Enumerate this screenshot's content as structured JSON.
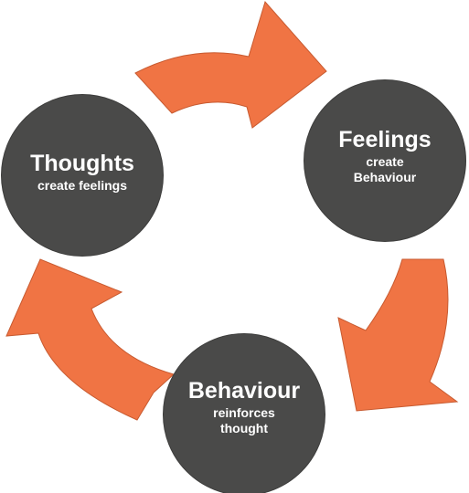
{
  "colors": {
    "arrow_fill": "#f07444",
    "arrow_stroke": "#c75a30",
    "node_fill": "#4a4a49",
    "text": "#ffffff"
  },
  "nodes": {
    "thoughts": {
      "title": "Thoughts",
      "subtitle_lines": [
        "create feelings"
      ]
    },
    "feelings": {
      "title": "Feelings",
      "subtitle_lines": [
        "create",
        "Behaviour"
      ]
    },
    "behaviour": {
      "title": "Behaviour",
      "subtitle_lines": [
        "reinforces",
        "thought"
      ]
    }
  },
  "cycle": [
    "thoughts",
    "feelings",
    "behaviour"
  ]
}
